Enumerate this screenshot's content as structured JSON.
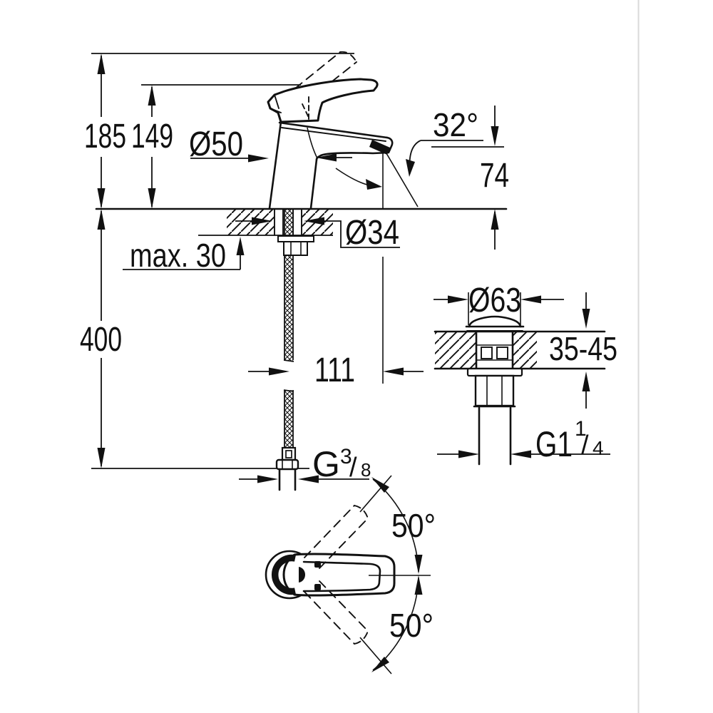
{
  "page": {
    "background": "#ffffff",
    "line_color": "#111111",
    "divider_color": "#d9d9d9"
  },
  "drawing": {
    "kind": "faucet-installation-dimension-drawing",
    "dimensions": {
      "height_overall": "185",
      "height_to_spout": "149",
      "base_diameter": "Ø50",
      "spout_angle": "32°",
      "spout_outlet_height": "74",
      "max_deck_thickness": "max. 30",
      "mounting_hole_diameter": "Ø34",
      "hose_length": "400",
      "spout_reach": "111",
      "waste_flange_diameter": "Ø63",
      "waste_deck_thickness_range": "35-45",
      "swing_angle_upper": "50°",
      "swing_angle_lower": "50°",
      "supply_thread": {
        "base": "G",
        "numerator": "3",
        "slash": "/",
        "denominator": "8"
      },
      "waste_thread": {
        "base": "G1",
        "numerator": "1",
        "slash": "/",
        "denominator": "4"
      }
    }
  }
}
